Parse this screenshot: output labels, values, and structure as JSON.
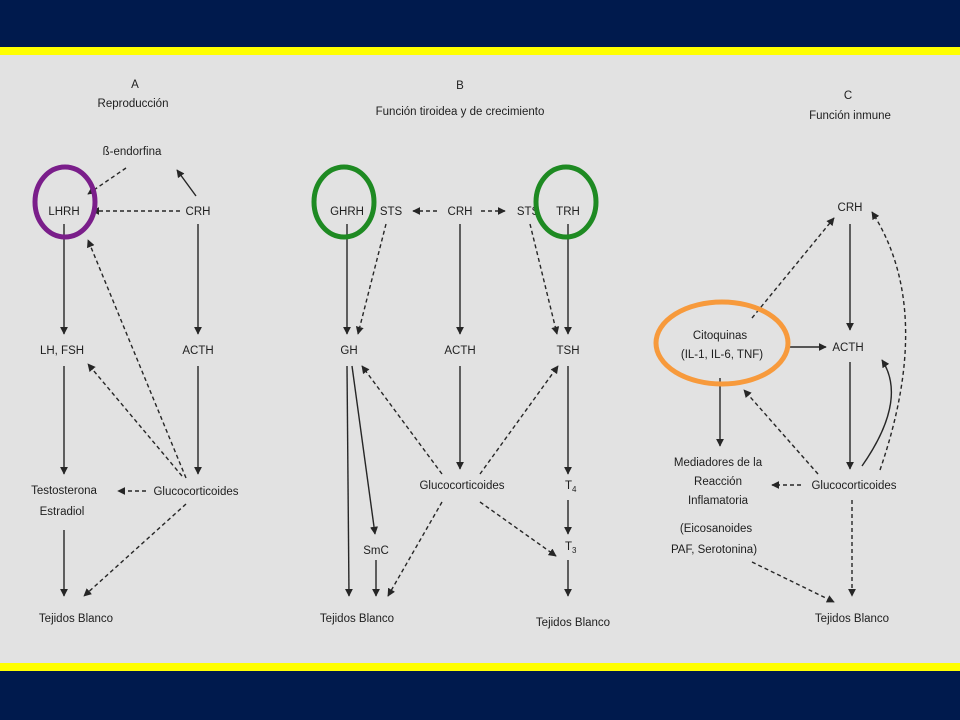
{
  "colors": {
    "frame": "#001a4d",
    "stripe": "#ffff00",
    "panel": "#e2e2e2",
    "ink": "#262626",
    "highlight_purple": "#7a1e8a",
    "highlight_green": "#1e8a22",
    "highlight_orange": "#f79a3c"
  },
  "panel_a": {
    "letter": "A",
    "title": "Reproducción",
    "beta_endorphin": "ß-endorfina",
    "lhrh": "LHRH",
    "crh": "CRH",
    "lh_fsh": "LH, FSH",
    "acth": "ACTH",
    "testosterone": "Testosterona",
    "estradiol": "Estradiol",
    "glucocorticoids": "Glucocorticoides",
    "target_tissues": "Tejidos Blanco"
  },
  "panel_b": {
    "letter": "B",
    "title": "Función tiroidea y de crecimiento",
    "ghrh": "GHRH",
    "sts_left": "STS",
    "crh": "CRH",
    "sts_right": "STS",
    "trh": "TRH",
    "gh": "GH",
    "acth": "ACTH",
    "tsh": "TSH",
    "glucocorticoids": "Glucocorticoides",
    "t4": "T",
    "t4_sub": "4",
    "t3": "T",
    "t3_sub": "3",
    "smc": "SmC",
    "target_left": "Tejidos Blanco",
    "target_right": "Tejidos Blanco"
  },
  "panel_c": {
    "letter": "C",
    "title": "Función inmune",
    "crh": "CRH",
    "cytokines_1": "Citoquinas",
    "cytokines_2": "(IL-1, IL-6, TNF)",
    "acth": "ACTH",
    "mediators_1": "Mediadores de la",
    "mediators_2": "Reacción",
    "mediators_3": "Inflamatoria",
    "mediators_4": "(Eicosanoides",
    "mediators_5": "PAF, Serotonina)",
    "glucocorticoids": "Glucocorticoides",
    "target_tissues": "Tejidos Blanco"
  }
}
